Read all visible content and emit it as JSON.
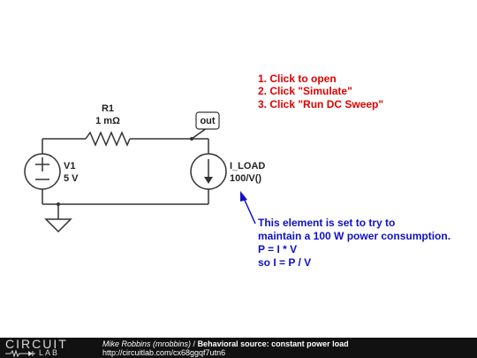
{
  "resistor": {
    "name": "R1",
    "value": "1 mΩ"
  },
  "source": {
    "name": "V1",
    "value": "5 V"
  },
  "load": {
    "name": "I_LOAD",
    "value": "100/V()"
  },
  "node_label": "out",
  "instructions": [
    "1. Click to open",
    "2. Click \"Simulate\"",
    "3. Click \"Run DC Sweep\""
  ],
  "note_lines": [
    "This element is set to try to",
    "maintain a 100 W power consumption.",
    "P = I * V",
    "so I = P / V"
  ],
  "colors": {
    "instruction": "#e00000",
    "note": "#1010c8",
    "wire": "#333333",
    "footer": "#111111"
  },
  "footer": {
    "logo_top": "CIRCUIT",
    "logo_bottom": "LAB",
    "author": "Mike Robbins (mrobbins)",
    "separator": " / ",
    "title": "Behavioral source: constant power load",
    "url": "http://circuitlab.com/cx68ggqf7utn6"
  }
}
